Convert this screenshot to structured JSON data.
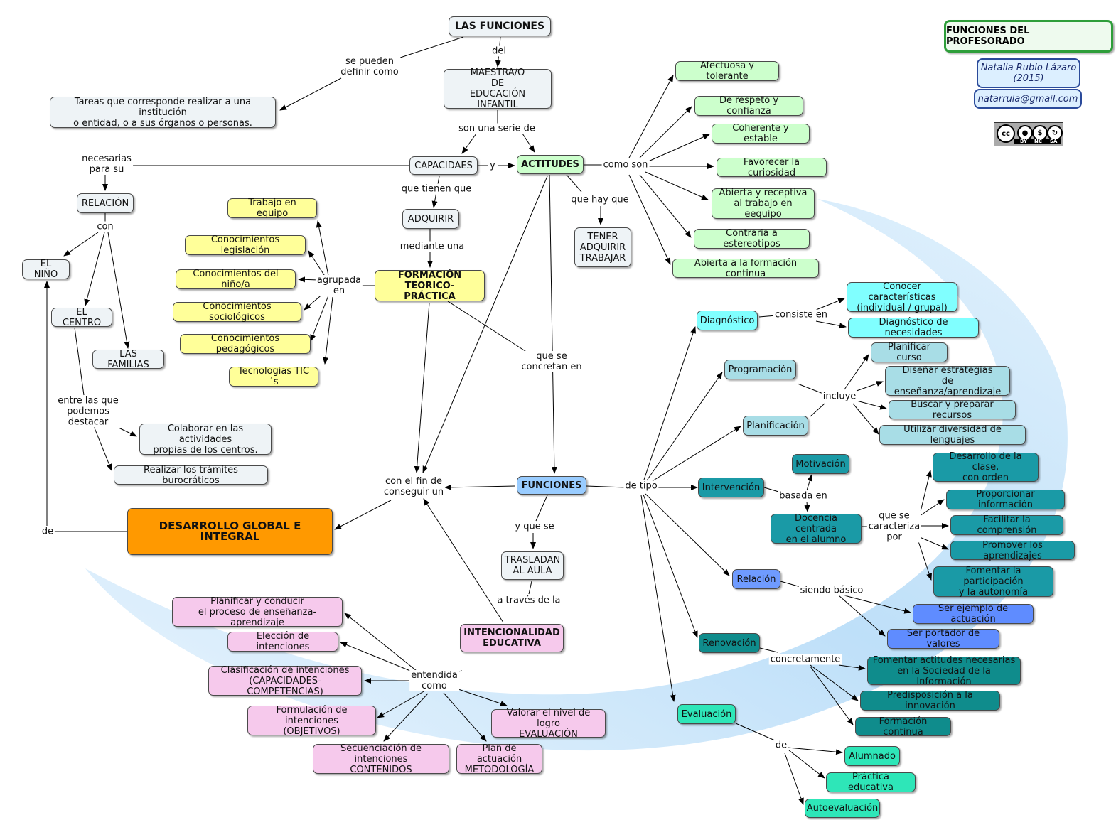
{
  "header": {
    "title": "FUNCIONES DEL PROFESORADO",
    "author": "Natalia Rubio Lázaro\n(2015)",
    "email": "natarrula@gmail.com",
    "license": {
      "cc": "cc",
      "by": "BY",
      "nc": "NC",
      "sa": "SA"
    }
  },
  "nodes": {
    "las_funciones": "LAS FUNCIONES",
    "maestra": "MAESTRA/O\nDE\nEDUCACIÓN INFANTIL",
    "tareas": "Tareas que corresponde realizar a una institución\no entidad, o a sus órganos o personas.",
    "capacidades": "CAPACIDAES",
    "actitudes": "ACTITUDES",
    "relacion_left": "RELACIÓN",
    "el_nino": "EL NIÑO",
    "el_centro": "EL CENTRO",
    "las_familias": "LAS FAMILIAS",
    "adquirir": "ADQUIRIR",
    "formacion": "FORMACIÓN\nTEORICO-PRÁCTICA",
    "tener": "TENER\nADQUIRIR\nTRABAJAR",
    "trabajo_equipo": "Trabajo en equipo",
    "con_legislacion": "Conocimientos legislación",
    "con_nino": "Conocimientos del niño/a",
    "con_socio": "Conocimientos sociológicos",
    "con_pedago": "Conocimientos pedagógicos",
    "tic": "Tecnologias TIC´s",
    "colaborar": "Colaborar en las actividades\npropias de los centros.",
    "tramites": "Realizar los trámites burocráticos",
    "desarrollo": "DESARROLLO GLOBAL E INTEGRAL",
    "funciones": "FUNCIONES",
    "trasladan": "TRASLADAN\nAL AULA",
    "intencionalidad": "INTENCIONALIDAD\nEDUCATIVA",
    "planificar_conducir": "Planificar y conducir\nel proceso de enseñanza-aprendizaje",
    "eleccion": "Elección de intenciones",
    "clasificacion": "Clasificación de intenciones\n(CAPACIDADES-COMPETENCIAS)",
    "formulacion": "Formulación de intenciones\n(OBJETIVOS)",
    "secuenciacion": "Secuenciación de intenciones\nCONTENIDOS",
    "plan_actuacion": "Plan de actuación\nMETODOLOGÍA",
    "valorar": "Valorar el nivel de logro\nEVALUACIÓN",
    "afectuosa": "Afectuosa y tolerante",
    "respeto": "De respeto y confianza",
    "coherente": "Coherente y estable",
    "curiosidad": "Favorecer la curiosidad",
    "abierta": "Abierta y receptiva\nal trabajo en eequipo",
    "contraria": "Contraria a estereotipos",
    "abierta_formacion": "Abierta a la formación continua",
    "diagnostico": "Diagnóstico",
    "conocer_caract": "Conocer características\n(individual / grupal)",
    "diag_necesidades": "Diagnóstico de necesidades",
    "programacion": "Programación",
    "planificacion": "Planificación",
    "planificar_curso": "Planificar curso",
    "disenar": "Diseñar estrategias\nde enseñanza/aprendizaje",
    "buscar": "Buscar y preparar recursos",
    "utilizar": "Utilizar diversidad de lenguajes",
    "intervencion": "Intervención",
    "motivacion": "Motivación",
    "docencia": "Docencia centrada\nen el alumno",
    "desarrollo_clase": "Desarrollo de la clase,\ncon orden",
    "proporcionar": "Proporcionar información",
    "facilitar": "Facilitar la comprensión",
    "promover": "Promover los aprendizajes",
    "fomentar_part": "Fomentar la participación\ny la autonomía",
    "relacion_right": "Relación",
    "ser_ejemplo": "Ser ejemplo de actuación",
    "ser_portador": "Ser portador de valores",
    "renovacion": "Renovación",
    "fomentar_act": "Fomentar actitudes necesarias\nen la Sociedad de la Información",
    "predisposicion": "Predisposición a la innovación",
    "formacion_continua": "Formación continua",
    "evaluacion": "Evaluación",
    "alumnado": "Alumnado",
    "practica": "Práctica educativa",
    "autoevaluacion": "Autoevaluación"
  },
  "links": {
    "se_pueden": "se pueden\ndefinir como",
    "del": "del",
    "son_serie": "son una serie de",
    "y": "y",
    "necesarias": "necesarias\npara su",
    "con": "con",
    "que_tienen": "que tienen que",
    "mediante": "mediante una",
    "agrupada": "agrupada\nen",
    "como_son": "como son",
    "que_hay": "que hay que",
    "entre_las": "entre las que\npodemos\ndestacar",
    "que_concretan": "que se\nconcretan en",
    "con_fin": "con el fin de\nconseguir un",
    "de": "de",
    "y_que_se": "y que se",
    "a_traves": "a través de la",
    "entendida": "entendida\ncomo",
    "de_tipo": "de tipo",
    "consiste": "consiste en",
    "incluye": "incluye",
    "basada": "basada en",
    "caracteriza": "que se\ncaracteriza\npor",
    "siendo": "siendo básico",
    "concretamente": "concretamente",
    "de_eval": "de"
  },
  "colors": {
    "yellow": "#ffff99",
    "green": "#ccffcc",
    "pink": "#f6c9ec",
    "cyan": "#80ffff",
    "teal": "#1a9aa6",
    "blue": "#6f9bff",
    "orange": "#ff9900",
    "swoosh": "#c9e6fb"
  }
}
